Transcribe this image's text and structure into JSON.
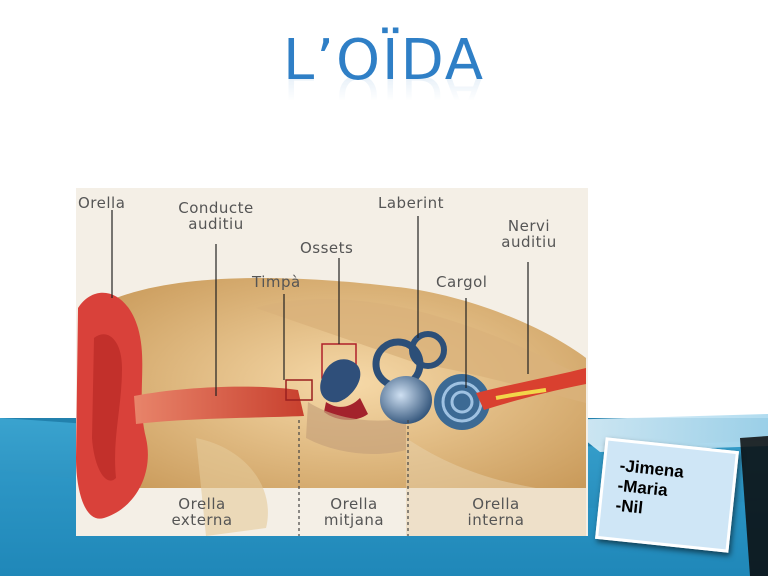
{
  "slide": {
    "title": "L’OÏDA"
  },
  "diagram": {
    "labels": {
      "orella": "Orella",
      "conducte_line1": "Conducte",
      "conducte_line2": "auditiu",
      "laberint": "Laberint",
      "ossets": "Ossets",
      "nervi_line1": "Nervi",
      "nervi_line2": "auditiu",
      "timpa": "Timpà",
      "cargol": "Cargol",
      "externa_line1": "Orella",
      "externa_line2": "externa",
      "mitjana_line1": "Orella",
      "mitjana_line2": "mitjana",
      "interna_line1": "Orella",
      "interna_line2": "interna"
    }
  },
  "card": {
    "names": [
      "-Jimena",
      "-Maria",
      "-Nil"
    ]
  },
  "colors": {
    "title": "#2f7fc6",
    "band_dark": "#1f86b7",
    "band_light": "#6fc0e4",
    "card_bg": "#cfe6f6"
  }
}
